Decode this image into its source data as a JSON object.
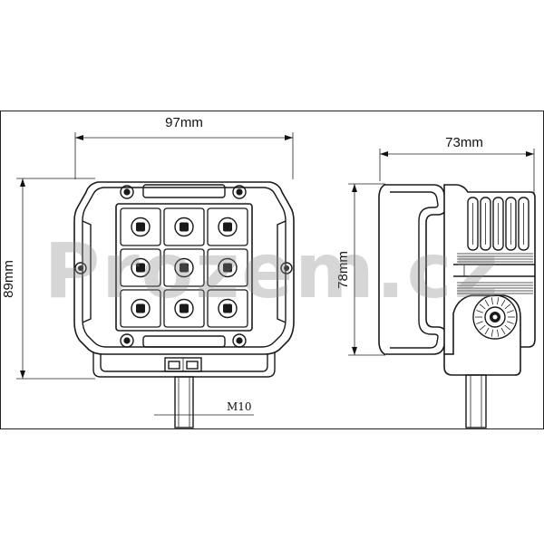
{
  "front_view": {
    "width_label": "97mm",
    "height_label": "89mm",
    "thread_label": "M10",
    "led_count": 9
  },
  "side_view": {
    "width_label": "73mm",
    "height_label": "78mm"
  },
  "watermark": "Prozem.cz",
  "colors": {
    "line": "#1a1a1a",
    "background": "#ffffff",
    "watermark": "#8a8a8a"
  }
}
